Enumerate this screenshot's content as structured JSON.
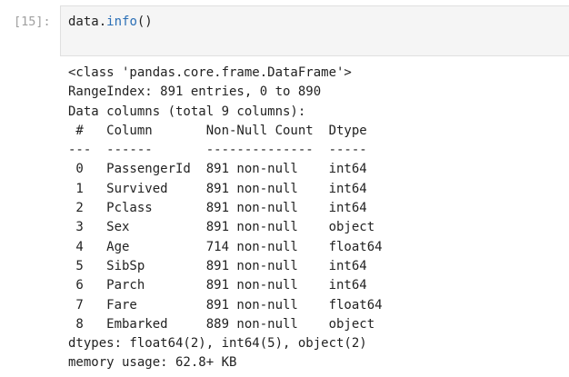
{
  "cell": {
    "prompt": "[15]:",
    "code": {
      "object": "data",
      "dot": ".",
      "method": "info",
      "parens": "()"
    },
    "output_lines": [
      "<class 'pandas.core.frame.DataFrame'>",
      "RangeIndex: 891 entries, 0 to 890",
      "Data columns (total 9 columns):",
      " #   Column       Non-Null Count  Dtype  ",
      "---  ------       --------------  -----  ",
      " 0   PassengerId  891 non-null    int64  ",
      " 1   Survived     891 non-null    int64  ",
      " 2   Pclass       891 non-null    int64  ",
      " 3   Sex          891 non-null    object ",
      " 4   Age          714 non-null    float64",
      " 5   SibSp        891 non-null    int64  ",
      " 6   Parch        891 non-null    int64  ",
      " 7   Fare         891 non-null    float64",
      " 8   Embarked     889 non-null    object ",
      "dtypes: float64(2), int64(5), object(2)",
      "memory usage: 62.8+ KB"
    ]
  },
  "colors": {
    "prompt": "#a0a0a0",
    "method": "#2b6fb6",
    "input_bg": "#f5f5f5",
    "text": "#222222"
  }
}
